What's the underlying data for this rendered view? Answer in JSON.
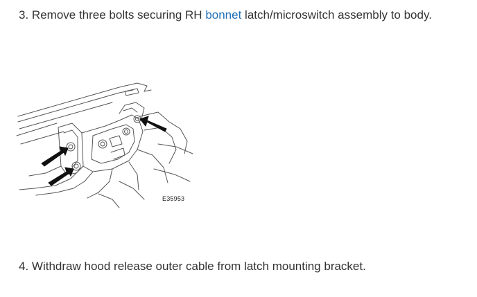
{
  "steps": [
    {
      "number": "3.",
      "text_before": "Remove three bolts securing RH ",
      "link_text": "bonnet",
      "text_after": " latch/microswitch assembly to body."
    },
    {
      "number": "4.",
      "text": "Withdraw hood release outer cable from latch mounting bracket."
    }
  ],
  "figure": {
    "code": "E35953",
    "arrow_count": 3
  },
  "colors": {
    "text": "#333333",
    "link": "#1f6fb5"
  }
}
